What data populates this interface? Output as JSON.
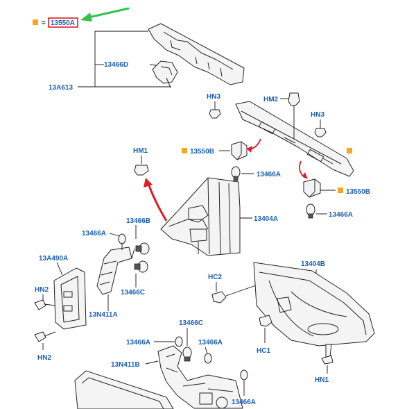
{
  "legend": {
    "equals": "=",
    "code": "13550A"
  },
  "colors": {
    "label": "#1a5fb4",
    "marker": "#f4a81d",
    "highlight_box": "#e01b24",
    "arrow_green": "#33c24d",
    "arrow_red": "#e01b24"
  },
  "labels": {
    "l13466D": "13466D",
    "l13A613": "13A613",
    "hn3_a": "HN3",
    "hm2": "HM2",
    "hn3_b": "HN3",
    "hm1": "HM1",
    "l13550B_a": "13550B",
    "l13466A_a": "13466A",
    "l13550B_b": "13550B",
    "l13466A_b": "13466A",
    "l13404A": "13404A",
    "l13466B": "13466B",
    "l13466A_c": "13466A",
    "l13A490A": "13A490A",
    "hn2_a": "HN2",
    "hn2_b": "HN2",
    "l13N411A": "13N411A",
    "l13466C_a": "13466C",
    "hc2": "HC2",
    "l13404B": "13404B",
    "hc1": "HC1",
    "hn1": "HN1",
    "l13466C_b": "13466C",
    "l13466A_d": "13466A",
    "l13466A_e": "13466A",
    "l13N411B": "13N411B",
    "l13466A_f": "13466A"
  }
}
